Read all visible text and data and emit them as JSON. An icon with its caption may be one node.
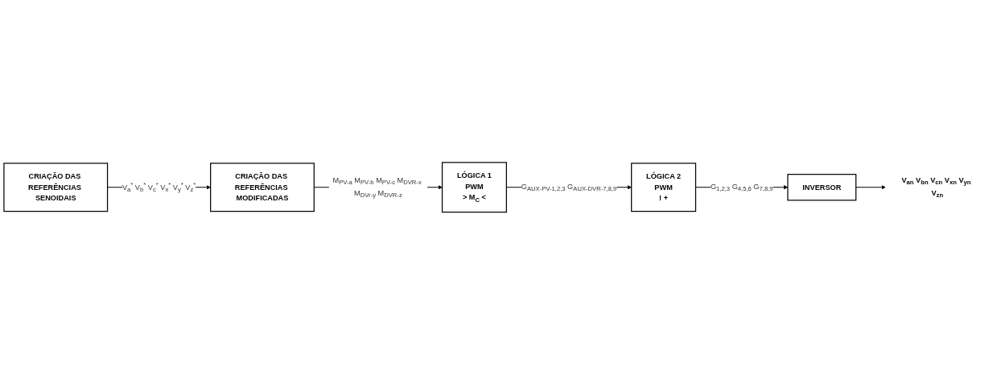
{
  "diagram": {
    "nodes": [
      {
        "text": [
          "CRIAÇÃO DAS REFERÊNCIAS SENOIDAIS"
        ]
      },
      {
        "text": [
          "CRIAÇÃO DAS REFERÊNCIAS MODIFICADAS"
        ]
      },
      {
        "text": [
          "LÓGICA 1",
          "PWM",
          "> M$_{C}$ <"
        ]
      },
      {
        "text": [
          "LÓGICA 2",
          "PWM",
          "! +"
        ]
      },
      {
        "text": [
          "INVERSOR"
        ]
      },
      {
        "text": [
          "V$_{an}$ V$_{bn}$ V$_{cn}$ V$_{xn}$ V$_{yn}$ V$_{zn}$"
        ]
      }
    ],
    "edges": [
      {
        "from": 0,
        "to": 1,
        "arrow": "to",
        "label": "V$_{a}$$^{*}$ V$_{b}$$^{*}$ V$_{c}$$^{*}$ V$_{x}$$^{*}$ V$_{y}$$^{*}$ V$_{z}$$^{*}$"
      },
      {
        "from": 1,
        "to": 2,
        "arrow": "to",
        "label": "M$_{PV-a}$ M$_{PV-b}$ M$_{PV-c}$ M$_{DVR-x}$ M$_{DVr-y}$ M$_{DVR-z}$"
      },
      {
        "from": 2,
        "to": 3,
        "arrow": "to",
        "label": "G$_{AUX-PV-1,2,3}$ G$_{AUX-DVR-7,8,9}$"
      },
      {
        "from": 3,
        "to": 4,
        "arrow": "to",
        "label": "G$_{1,2,3}$ G$_{4,5,6}$ G$_{7,8,9}$"
      },
      {
        "from": 4,
        "to": 5,
        "arrow": "to"
      }
    ]
  }
}
